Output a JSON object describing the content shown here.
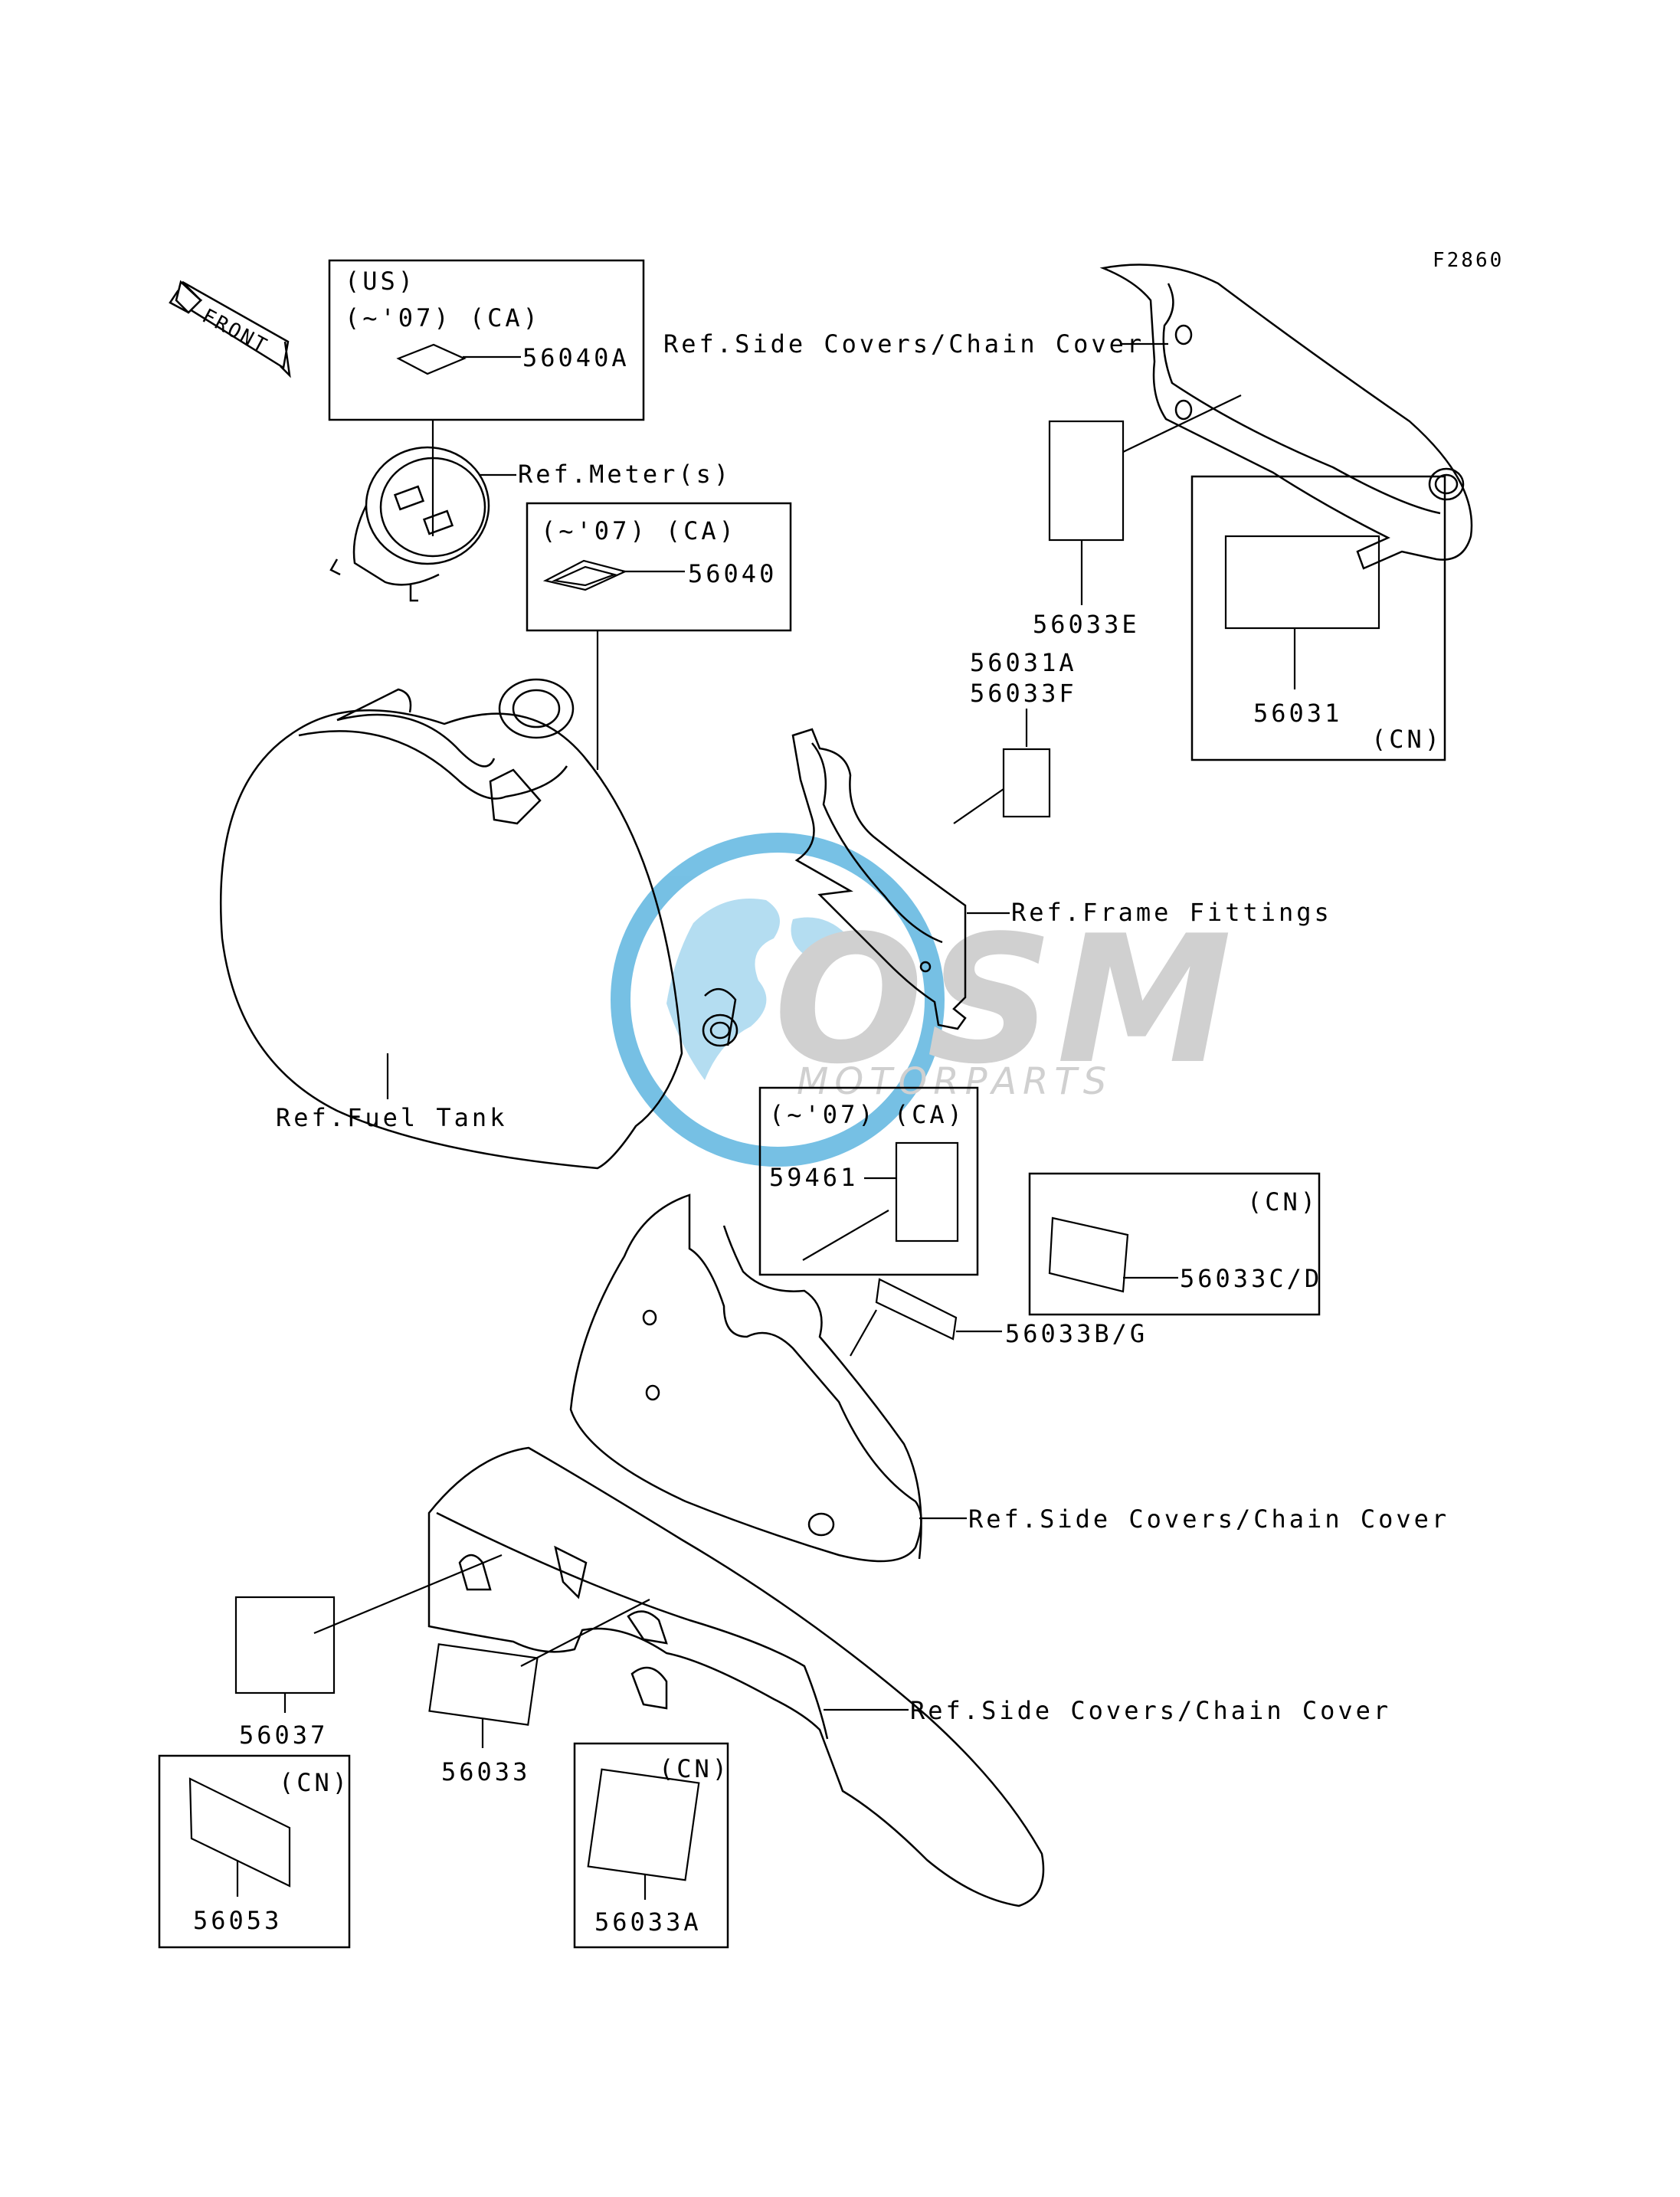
{
  "diagram_code": "F2860",
  "front_label": "FRONT",
  "watermark": {
    "brand": "OSM",
    "sub": "MOTORPARTS",
    "color_blue": "#5fb6e0",
    "color_gray": "#c8c8c8"
  },
  "references": {
    "side_covers_top": "Ref.Side Covers/Chain Cover",
    "meter": "Ref.Meter(s)",
    "frame_fittings": "Ref.Frame Fittings",
    "fuel_tank": "Ref.Fuel Tank",
    "side_covers_mid": "Ref.Side Covers/Chain Cover",
    "side_covers_bottom": "Ref.Side Covers/Chain Cover"
  },
  "boxes": {
    "meter_box": {
      "line1": "(US)",
      "line2": "(~'07) (CA)"
    },
    "tank_box": {
      "line1": "(~'07) (CA)"
    },
    "cover_cn_box": {
      "tag": "(CN)"
    },
    "side_ca_box": {
      "line1": "(~'07) (CA)"
    },
    "side_cn_box": {
      "tag": "(CN)"
    },
    "bottom_left_box": {
      "tag": "(CN)"
    },
    "bottom_mid_box": {
      "tag": "(CN)"
    }
  },
  "parts": {
    "p56040A": "56040A",
    "p56040": "56040",
    "p56033E": "56033E",
    "p56031": "56031",
    "p56031A": "56031A",
    "p56033F": "56033F",
    "p59461": "59461",
    "p56033CD": "56033C/D",
    "p56033BG": "56033B/G",
    "p56037": "56037",
    "p56033": "56033",
    "p56053": "56053",
    "p56033A": "56033A"
  }
}
